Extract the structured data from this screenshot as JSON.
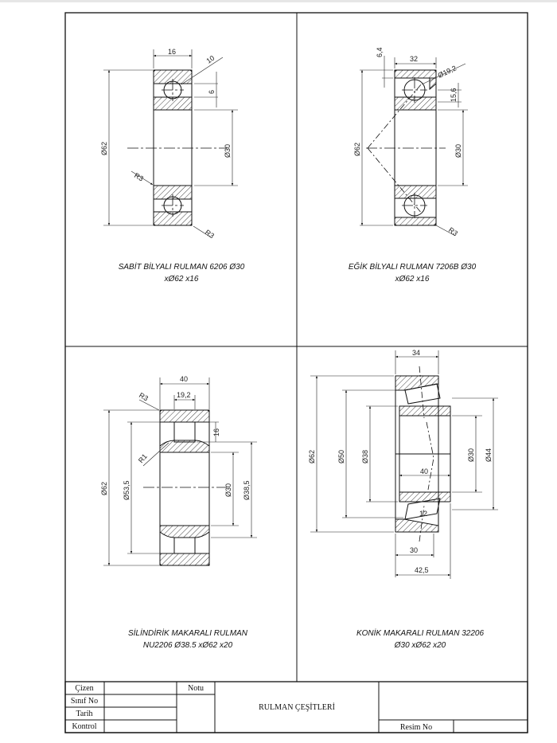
{
  "panels": [
    {
      "caption_line1": "SABİT BİLYALI RULMAN 6206 Ø30",
      "caption_line2": "xØ62 x16",
      "dims": {
        "width": "16",
        "outer": "Ø62",
        "bore": "Ø30",
        "ball": "10",
        "gap": "6",
        "radius_in": "R3",
        "radius_out": "R3"
      }
    },
    {
      "caption_line1": "EĞİK BİLYALI RULMAN 7206B Ø30",
      "caption_line2": "xØ62 x16",
      "dims": {
        "width": "32",
        "outer": "Ø62",
        "bore": "Ø30",
        "ball": "Ø19,2",
        "offset": "6,4",
        "height": "15,6",
        "radius_out": "R3"
      }
    },
    {
      "caption_line1": "SİLİNDİRİK MAKARALI RULMAN",
      "caption_line2": "NU2206 Ø38.5 xØ62 x20",
      "dims": {
        "width": "40",
        "roller": "19,2",
        "outer": "Ø62",
        "outer_race": "Ø53,5",
        "bore": "Ø30",
        "inner_race": "Ø38,5",
        "roller_h": "16",
        "radius_out": "R3",
        "radius_in": "R1"
      }
    },
    {
      "caption_line1": "KONİK MAKARALI RULMAN 32206",
      "caption_line2": "Ø30 xØ62 x20",
      "dims": {
        "width": "34",
        "outer": "Ø62",
        "d50": "Ø50",
        "d38": "Ø38",
        "bore": "Ø30",
        "d44": "Ø44",
        "inner_w": "40",
        "angle": "12",
        "w30": "30",
        "w425": "42,5"
      }
    }
  ],
  "title_block": {
    "cizen": "Çizen",
    "sinif_no": "Sınıf No",
    "tarih": "Tarih",
    "kontrol": "Kontrol",
    "notu": "Notu",
    "title": "RULMAN ÇEŞİTLERİ",
    "resim_no": "Resim No"
  }
}
